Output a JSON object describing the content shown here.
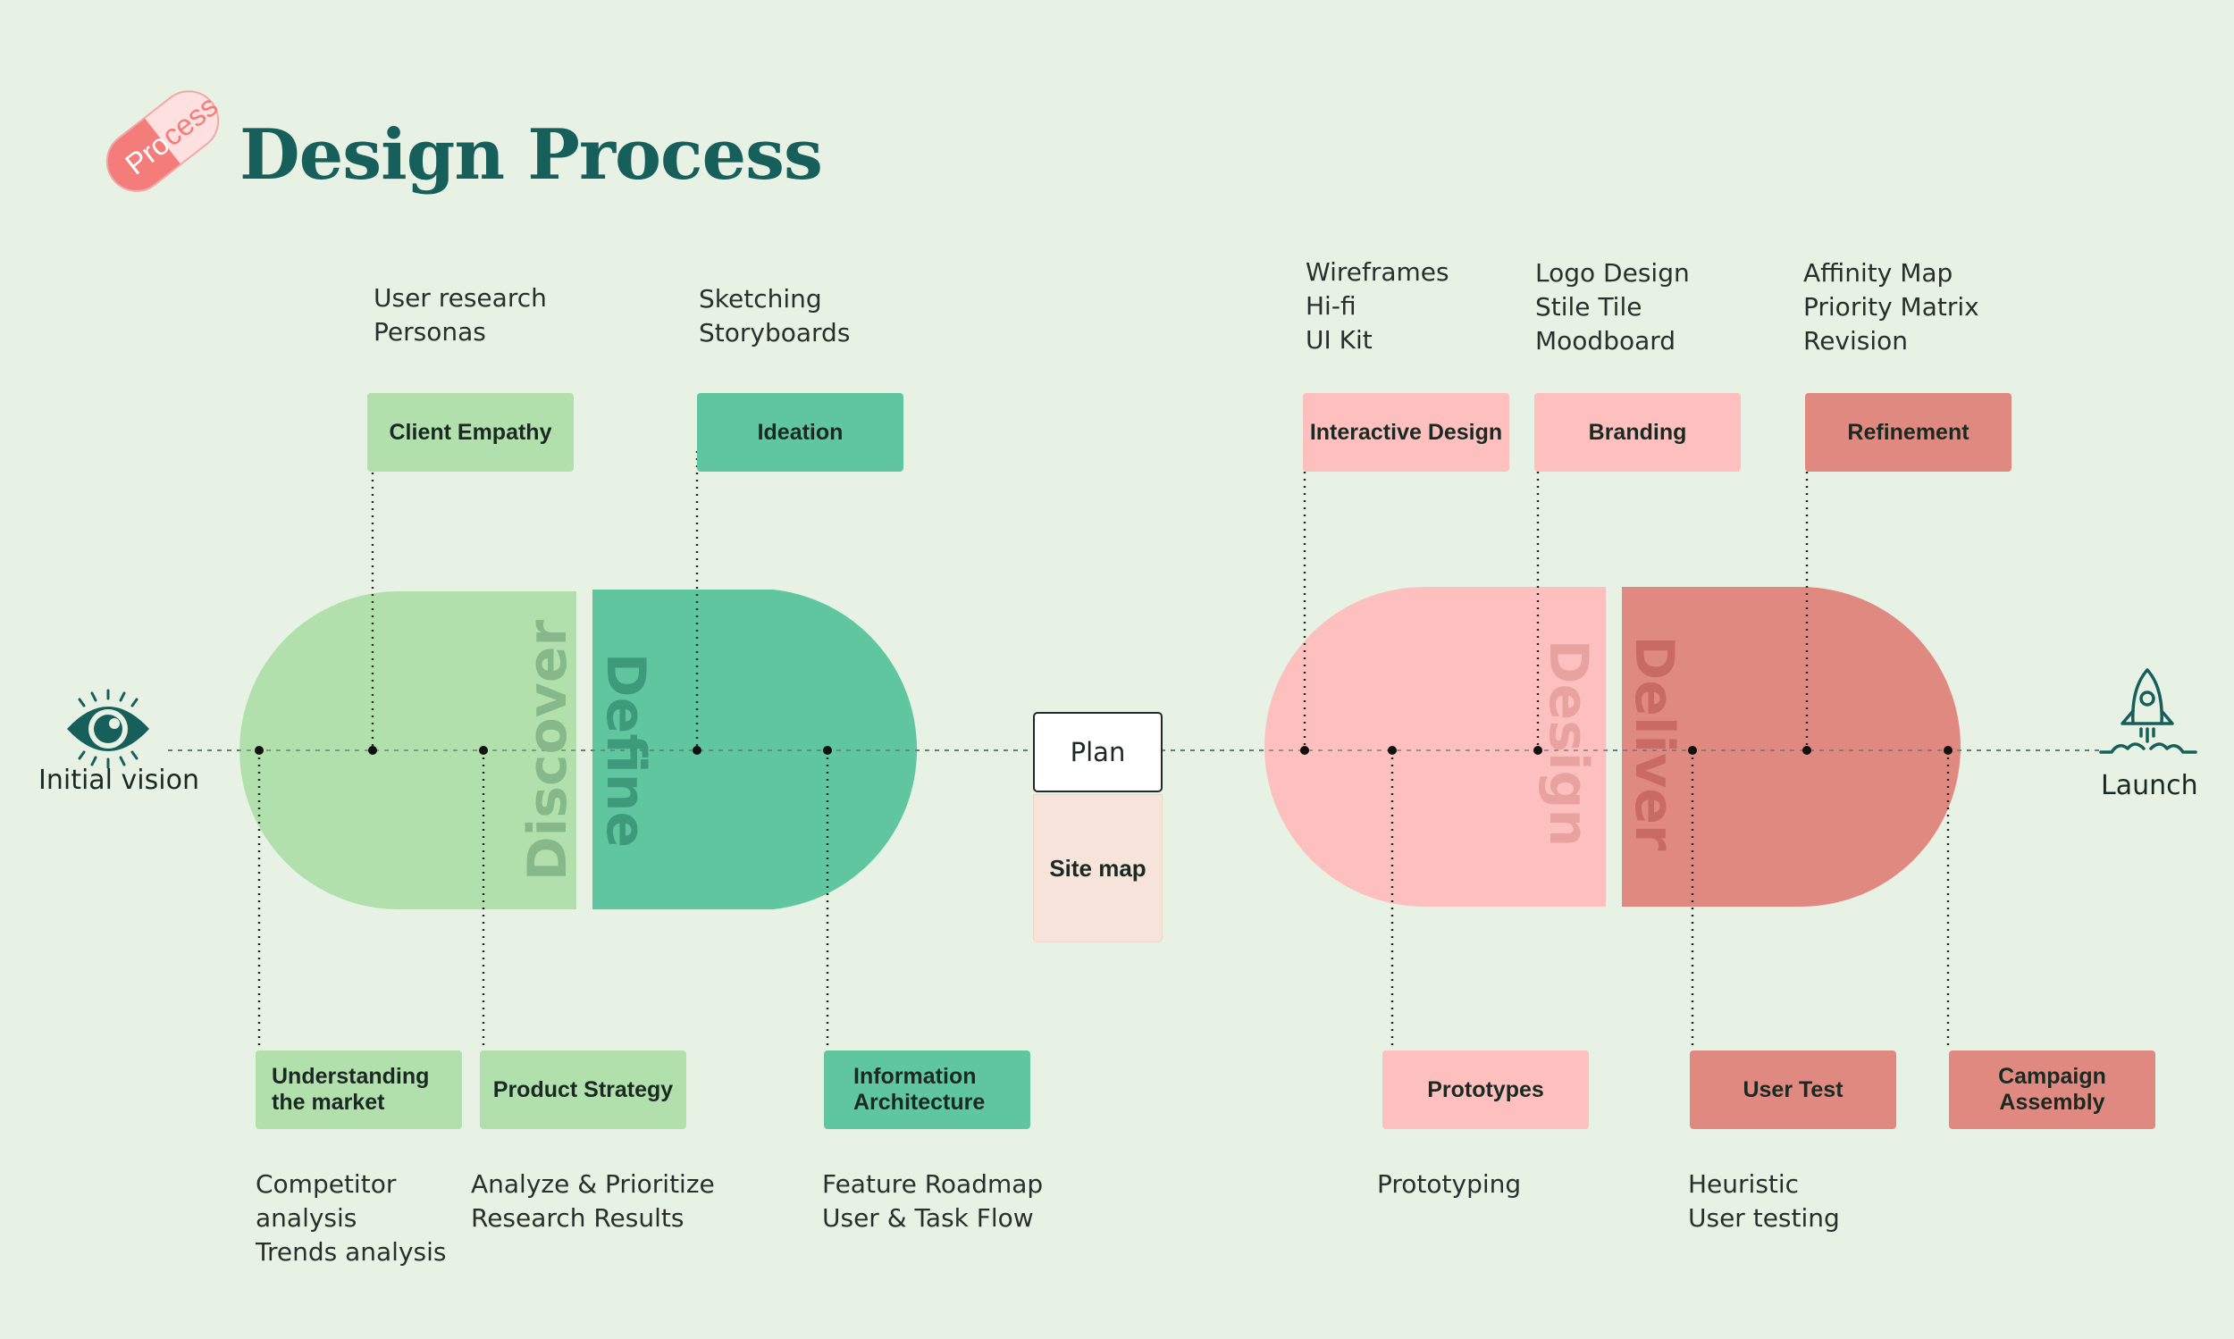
{
  "title": "Design Process",
  "logo_pill_text": "Process",
  "colors": {
    "background": "#e7f2e4",
    "light_green": "#b1e0ad",
    "teal": "#5fc6a0",
    "pink": "#fec0bf",
    "salmon": "#e08981",
    "title": "#175f5a",
    "icon": "#175f5a"
  },
  "start": {
    "label": "Initial vision",
    "icon": "eye-icon"
  },
  "end": {
    "label": "Launch",
    "icon": "rocket-icon"
  },
  "phases": {
    "discover": "Discover",
    "define": "Define",
    "design": "Design",
    "deliver": "Deliver"
  },
  "plan": {
    "label": "Plan",
    "sub": "Site map"
  },
  "steps": {
    "client_empathy": {
      "label": "Client Empathy",
      "note": "User research\nPersonas"
    },
    "ideation": {
      "label": "Ideation",
      "note": "Sketching\nStoryboards"
    },
    "interactive_design": {
      "label": "Interactive Design",
      "note": "Wireframes\nHi-fi\nUI Kit"
    },
    "branding": {
      "label": "Branding",
      "note": "Logo Design\nStile Tile\nMoodboard"
    },
    "refinement": {
      "label": "Refinement",
      "note": "Affinity Map\nPriority Matrix\nRevision"
    },
    "understanding_market": {
      "label": "Understanding\nthe market",
      "note": "Competitor\nanalysis\nTrends analysis"
    },
    "product_strategy": {
      "label": "Product Strategy",
      "note": "Analyze & Prioritize\nResearch Results"
    },
    "information_architecture": {
      "label": "Information\nArchitecture",
      "note": "Feature Roadmap\nUser & Task Flow"
    },
    "prototypes": {
      "label": "Prototypes",
      "note": "Prototyping"
    },
    "user_test": {
      "label": "User Test",
      "note": "Heuristic\nUser testing"
    },
    "campaign_assembly": {
      "label": "Campaign\nAssembly",
      "note": ""
    }
  }
}
